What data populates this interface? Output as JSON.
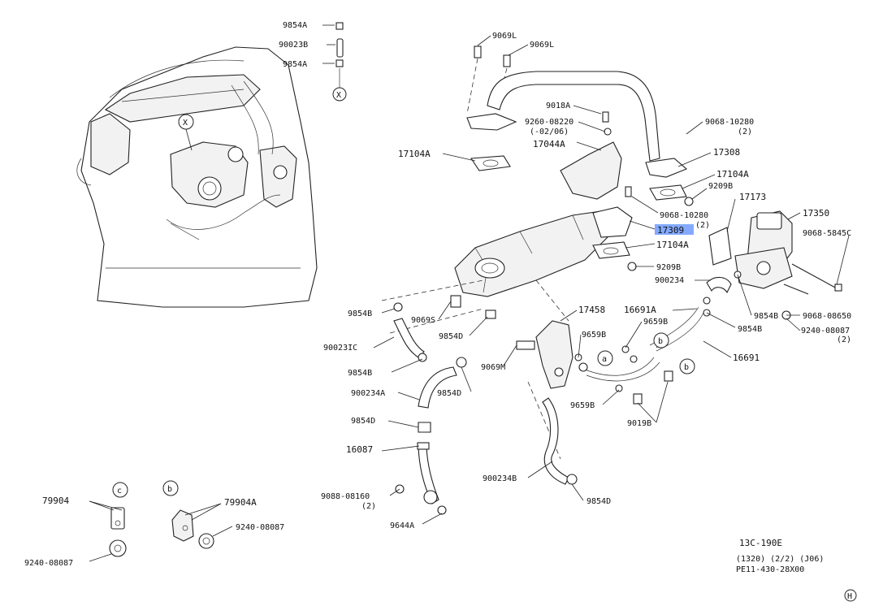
{
  "labels": {
    "l_9854A_top": "9854A",
    "l_90023B": "90023B",
    "l_9854A_2": "9854A",
    "l_X_ref": "X",
    "l_X_engine": "X",
    "l_9069L_1": "9069L",
    "l_9069L_2": "9069L",
    "l_9018A": "9018A",
    "l_9260": "9260-08220",
    "l_9260_note": "(-02/06)",
    "l_9068_10280_top": "9068-10280",
    "l_9068_10280_top_qty": "(2)",
    "l_17104A_1": "17104A",
    "l_17044A": "17044A",
    "l_17308": "17308",
    "l_17104A_2": "17104A",
    "l_9209B_1": "9209B",
    "l_17173": "17173",
    "l_9068_10280_2": "9068-10280",
    "l_9068_10280_2_qty": "(2)",
    "l_17309": "17309",
    "l_17350": "17350",
    "l_17104A_3": "17104A",
    "l_9068_5845C": "9068-5845C",
    "l_9209B_2": "9209B",
    "l_900234_top": "900234",
    "l_9854B_1": "9854B",
    "l_9069S": "9069S",
    "l_17458": "17458",
    "l_16691A": "16691A",
    "l_9659B_1": "9659B",
    "l_9854D_1": "9854D",
    "l_9854B_r1": "9854B",
    "l_9068_08650": "9068-08650",
    "l_9854B_r2": "9854B",
    "l_9240_08087_r": "9240-08087",
    "l_9240_08087_r_qty": "(2)",
    "l_90023IC": "90023IC",
    "l_9659B_2": "9659B",
    "l_b_1": "b",
    "l_16691": "16691",
    "l_9854B_2": "9854B",
    "l_9069M": "9069M",
    "l_a": "a",
    "l_b_2": "b",
    "l_900234A": "900234A",
    "l_9854D_2": "9854D",
    "l_9659B_3": "9659B",
    "l_9019B": "9019B",
    "l_9854D_3": "9854D",
    "l_16087": "16087",
    "l_9088_08160": "9088-08160",
    "l_9088_08160_qty": "(2)",
    "l_900234B": "900234B",
    "l_9854D_4": "9854D",
    "l_79904": "79904",
    "l_c": "c",
    "l_b_3": "b",
    "l_79904A": "79904A",
    "l_9240_08087_b": "9240-08087",
    "l_9644A": "9644A",
    "l_9240_08087_c": "9240-08087",
    "l_code1": "13C-190E",
    "l_code2": "(1320) (2/2) (J06)",
    "l_code3": "PE11-430-28X00",
    "l_H": "H"
  },
  "colors": {
    "line": "#222222",
    "highlight": "#5a8dff",
    "background": "#ffffff"
  }
}
